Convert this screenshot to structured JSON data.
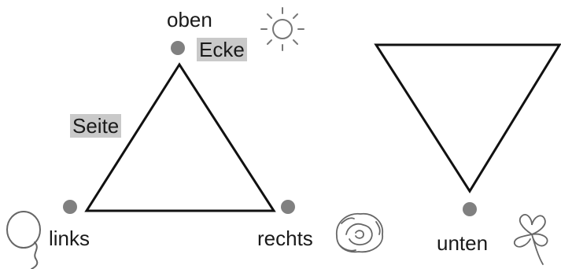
{
  "labels": {
    "top": "oben",
    "corner": "Ecke",
    "side": "Seite",
    "left": "links",
    "right": "rechts",
    "bottom": "unten"
  },
  "colors": {
    "highlight": "#c9c9c9",
    "dot": "#808080",
    "stroke": "#111111",
    "illustration": "#777777"
  },
  "icons": [
    "sun-icon",
    "lasso-icon",
    "rose-icon",
    "clover-icon"
  ]
}
